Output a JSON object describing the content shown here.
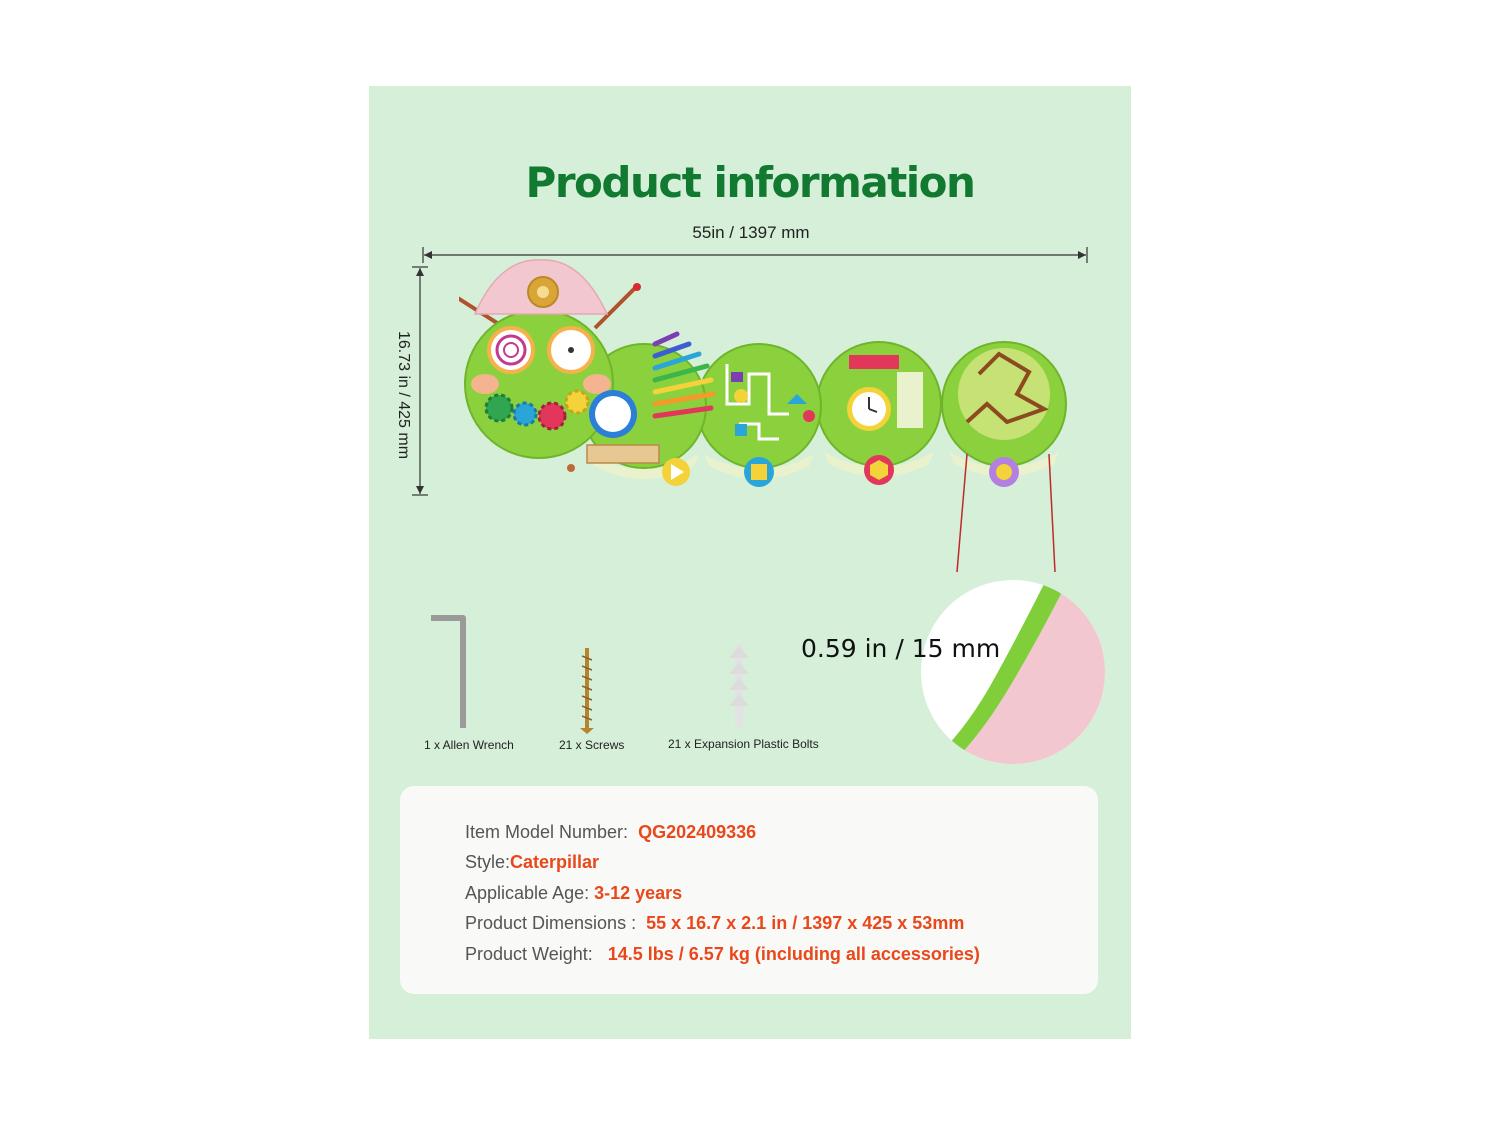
{
  "title": "Product information",
  "dimensions": {
    "width_label": "55in / 1397 mm",
    "height_label": "16.73 in / 425 mm",
    "thickness_label": "0.59 in / 15 mm"
  },
  "accessories": [
    {
      "label": "1 x Allen Wrench"
    },
    {
      "label": "21 x Screws"
    },
    {
      "label": "21 x Expansion Plastic Bolts"
    }
  ],
  "specs": [
    {
      "label": "Item Model Number:",
      "value": "QG202409336"
    },
    {
      "label": "Style:",
      "value": "Caterpillar"
    },
    {
      "label": "Applicable Age:",
      "value": "3-12 years"
    },
    {
      "label": "Product Dimensions :",
      "value": "55 x 16.7 x 2.1 in / 1397 x 425 x 53mm"
    },
    {
      "label": "Product Weight:",
      "value": "14.5 lbs / 6.57 kg (including all accessories)"
    }
  ],
  "colors": {
    "background": "#d5efd9",
    "title": "#127a30",
    "accent": "#e8481a",
    "board_green": "#7fce3a",
    "board_pink": "#f2c7cf"
  }
}
